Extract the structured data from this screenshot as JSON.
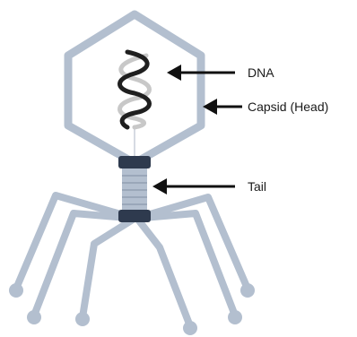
{
  "labels": {
    "dna": "DNA",
    "capsid": "Capsid (Head)",
    "tail": "Tail"
  },
  "colors": {
    "structure": "#b3bfcf",
    "collar": "#2e3a4e",
    "tail_ring": "#9aa7b9",
    "dna_dark": "#1f1f1f",
    "dna_light": "#c8c8c8",
    "arrow": "#111111",
    "background": "#ffffff"
  }
}
